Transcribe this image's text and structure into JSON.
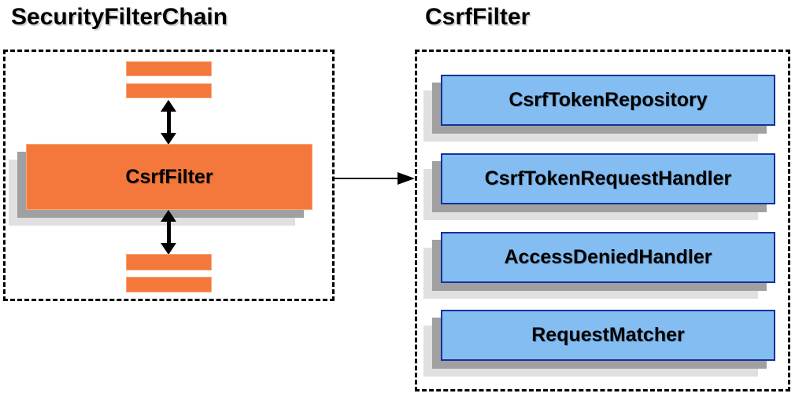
{
  "diagram": {
    "left_panel": {
      "title": "SecurityFilterChain",
      "filter_label": "CsrfFilter"
    },
    "right_panel": {
      "title": "CsrfFilter",
      "components": [
        "CsrfTokenRepository",
        "CsrfTokenRequestHandler",
        "AccessDeniedHandler",
        "RequestMatcher"
      ]
    }
  },
  "colors": {
    "orange": "#f4783c",
    "orange-light": "#f9a87c",
    "blue": "#84bdf2",
    "blue-border": "#16319c",
    "shadow-dark": "#a0a0a0",
    "shadow-light": "#e0e0e0",
    "arrow-black": "#000000"
  }
}
